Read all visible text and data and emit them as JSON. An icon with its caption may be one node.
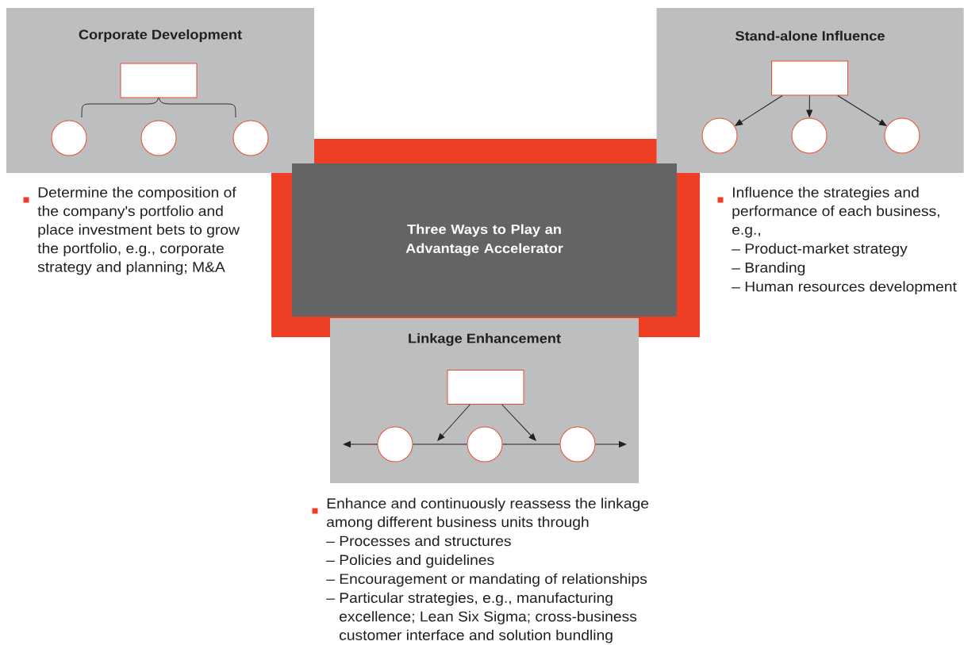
{
  "diagram": {
    "nodes": [
      {
        "text": [
          "Corporate Development"
        ],
        "beside": [
          "Determine the composition of the company's portfolio and place investment bets to grow the portfolio, e.g., corporate strategy and planning; M&A"
        ]
      },
      {
        "text": [],
        "shape": "box",
        "in": 0
      },
      {
        "text": [],
        "shape": "circle",
        "in": 0
      },
      {
        "text": [],
        "shape": "circle",
        "in": 0
      },
      {
        "text": [],
        "shape": "circle",
        "in": 0
      },
      {
        "text": [
          "Stand-alone Influence"
        ],
        "beside": [
          "Influence the strategies and performance of each business, e.g.,",
          "– Product-market strategy",
          "– Branding",
          "– Human resources development"
        ]
      },
      {
        "text": [],
        "shape": "box",
        "in": 5
      },
      {
        "text": [],
        "shape": "circle",
        "in": 5
      },
      {
        "text": [],
        "shape": "circle",
        "in": 5
      },
      {
        "text": [],
        "shape": "circle",
        "in": 5
      },
      {
        "text": [
          "Three Ways to Play an Advantage Accelerator"
        ]
      },
      {
        "text": [
          "Linkage Enhancement"
        ],
        "beside": [
          "Enhance and continuously reassess the linkage among different business units through",
          "– Processes and structures",
          "– Policies and guidelines",
          "– Encouragement or mandating of relationships",
          "– Particular strategies, e.g., manufacturing excellence; Lean Six Sigma; cross-business customer interface and solution bundling"
        ]
      },
      {
        "text": [],
        "shape": "box",
        "in": 11
      },
      {
        "text": [],
        "shape": "circle",
        "in": 11
      },
      {
        "text": [],
        "shape": "circle",
        "in": 11
      },
      {
        "text": [],
        "shape": "circle",
        "in": 11
      }
    ],
    "edges": [
      {
        "from": 6,
        "to": 7,
        "arrow": "to"
      },
      {
        "from": 6,
        "to": 8,
        "arrow": "to"
      },
      {
        "from": 6,
        "to": 9,
        "arrow": "to"
      },
      {
        "from": 12,
        "to": null,
        "arrow": "to"
      },
      {
        "from": 12,
        "to": null,
        "arrow": "to"
      },
      {
        "from": 13,
        "to": null,
        "arrow": "to"
      },
      {
        "from": 13,
        "to": 14,
        "arrow": "none"
      },
      {
        "from": 14,
        "to": 15,
        "arrow": "none"
      },
      {
        "from": 15,
        "to": null,
        "arrow": "to"
      }
    ]
  }
}
